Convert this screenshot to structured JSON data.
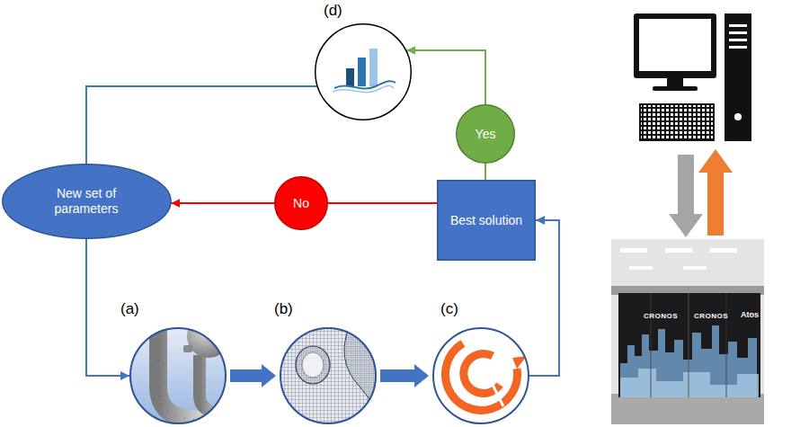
{
  "diagram": {
    "nodes": [
      {
        "text": [
          "(d)"
        ]
      },
      {
        "text": [
          "New set of parameters"
        ]
      },
      {
        "text": [
          "No"
        ]
      },
      {
        "text": [
          "Yes"
        ]
      },
      {
        "text": [
          "Best solution"
        ]
      },
      {
        "text": [
          "(a)"
        ]
      },
      {
        "text": [
          "(b)"
        ]
      },
      {
        "text": [
          "(c)"
        ]
      }
    ],
    "edges": [
      {
        "from": 0,
        "to": 1,
        "arrow": "none"
      },
      {
        "from": 1,
        "to": 5,
        "arrow": "to"
      },
      {
        "from": 5,
        "to": 6,
        "arrow": "to"
      },
      {
        "from": 6,
        "to": 7,
        "arrow": "to"
      },
      {
        "from": 7,
        "to": 4,
        "arrow": "to"
      },
      {
        "from": 4,
        "to": 2,
        "arrow": "none"
      },
      {
        "from": 2,
        "to": 1,
        "arrow": "to"
      },
      {
        "from": 4,
        "to": 3,
        "arrow": "none"
      },
      {
        "from": 3,
        "to": 0,
        "arrow": "to"
      }
    ],
    "labels": [
      "CRONOS",
      "CRONOS",
      "Atos"
    ]
  }
}
